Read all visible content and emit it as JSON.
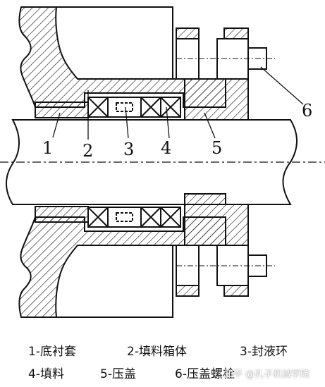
{
  "callouts": [
    "1",
    "2",
    "3",
    "4",
    "5",
    "6"
  ],
  "legend": {
    "row1": [
      "1-底衬套",
      "2-填料箱体",
      "3-封液环"
    ],
    "row2": [
      "4-填料",
      "5-压盖",
      "6-压盖螺栓"
    ]
  },
  "watermark": "知乎 @孔子机械学院",
  "colors": {
    "line": "#111111",
    "background": "#ffffff"
  }
}
